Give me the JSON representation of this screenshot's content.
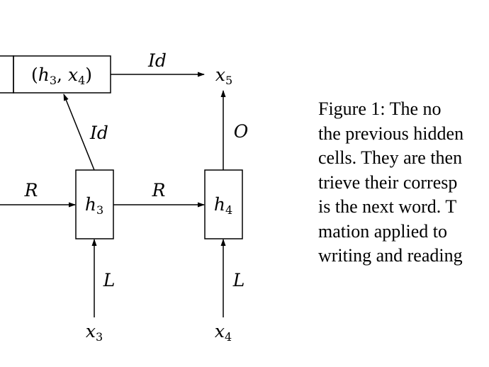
{
  "diagram": {
    "memory_cell": {
      "open": "(",
      "h": "h",
      "h_sub": "3",
      "comma": ", ",
      "x": "x",
      "x_sub": "4",
      "close": ")"
    },
    "top_right_node": {
      "x": "x",
      "sub": "5"
    },
    "h3_node": {
      "h": "h",
      "sub": "3"
    },
    "h4_node": {
      "h": "h",
      "sub": "4"
    },
    "x3_node": {
      "x": "x",
      "sub": "3"
    },
    "x4_node": {
      "x": "x",
      "sub": "4"
    },
    "edge_labels": {
      "top_id": "Id",
      "diag_id": "Id",
      "output": "O",
      "r_left": "R",
      "r_mid": "R",
      "l_left": "L",
      "l_right": "L"
    }
  },
  "caption": {
    "lines": [
      "Figure 1:  The no",
      "the previous hidden",
      "cells. They are then",
      "trieve their corresp",
      "is the next word. T",
      "mation applied to",
      "writing and reading"
    ]
  }
}
